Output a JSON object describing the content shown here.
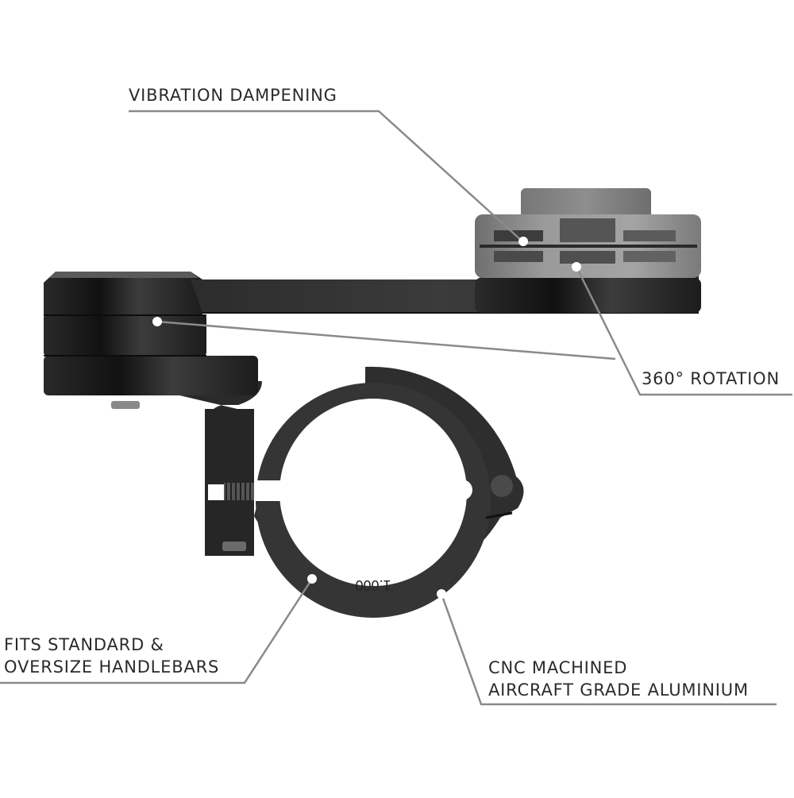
{
  "diagram": {
    "subject": "Handlebar phone mount",
    "colors": {
      "background": "#ffffff",
      "callout_line": "#8a8a8a",
      "text": "#2b2b2b",
      "body_dark": "#1f1f1f",
      "body_mid": "#3a3a3a",
      "adapter_grey": "#8c8c8c",
      "marker": "#ffffff"
    },
    "callouts": [
      {
        "id": "vibration",
        "lines": [
          "VIBRATION DAMPENING"
        ]
      },
      {
        "id": "rotation",
        "lines": [
          "360° ROTATION"
        ]
      },
      {
        "id": "handlebars",
        "lines": [
          "FITS STANDARD &",
          "OVERSIZE HANDLEBARS"
        ]
      },
      {
        "id": "material",
        "lines": [
          "CNC MACHINED",
          "AIRCRAFT GRADE ALUMINIUM"
        ]
      }
    ],
    "engraving": "1.000"
  }
}
